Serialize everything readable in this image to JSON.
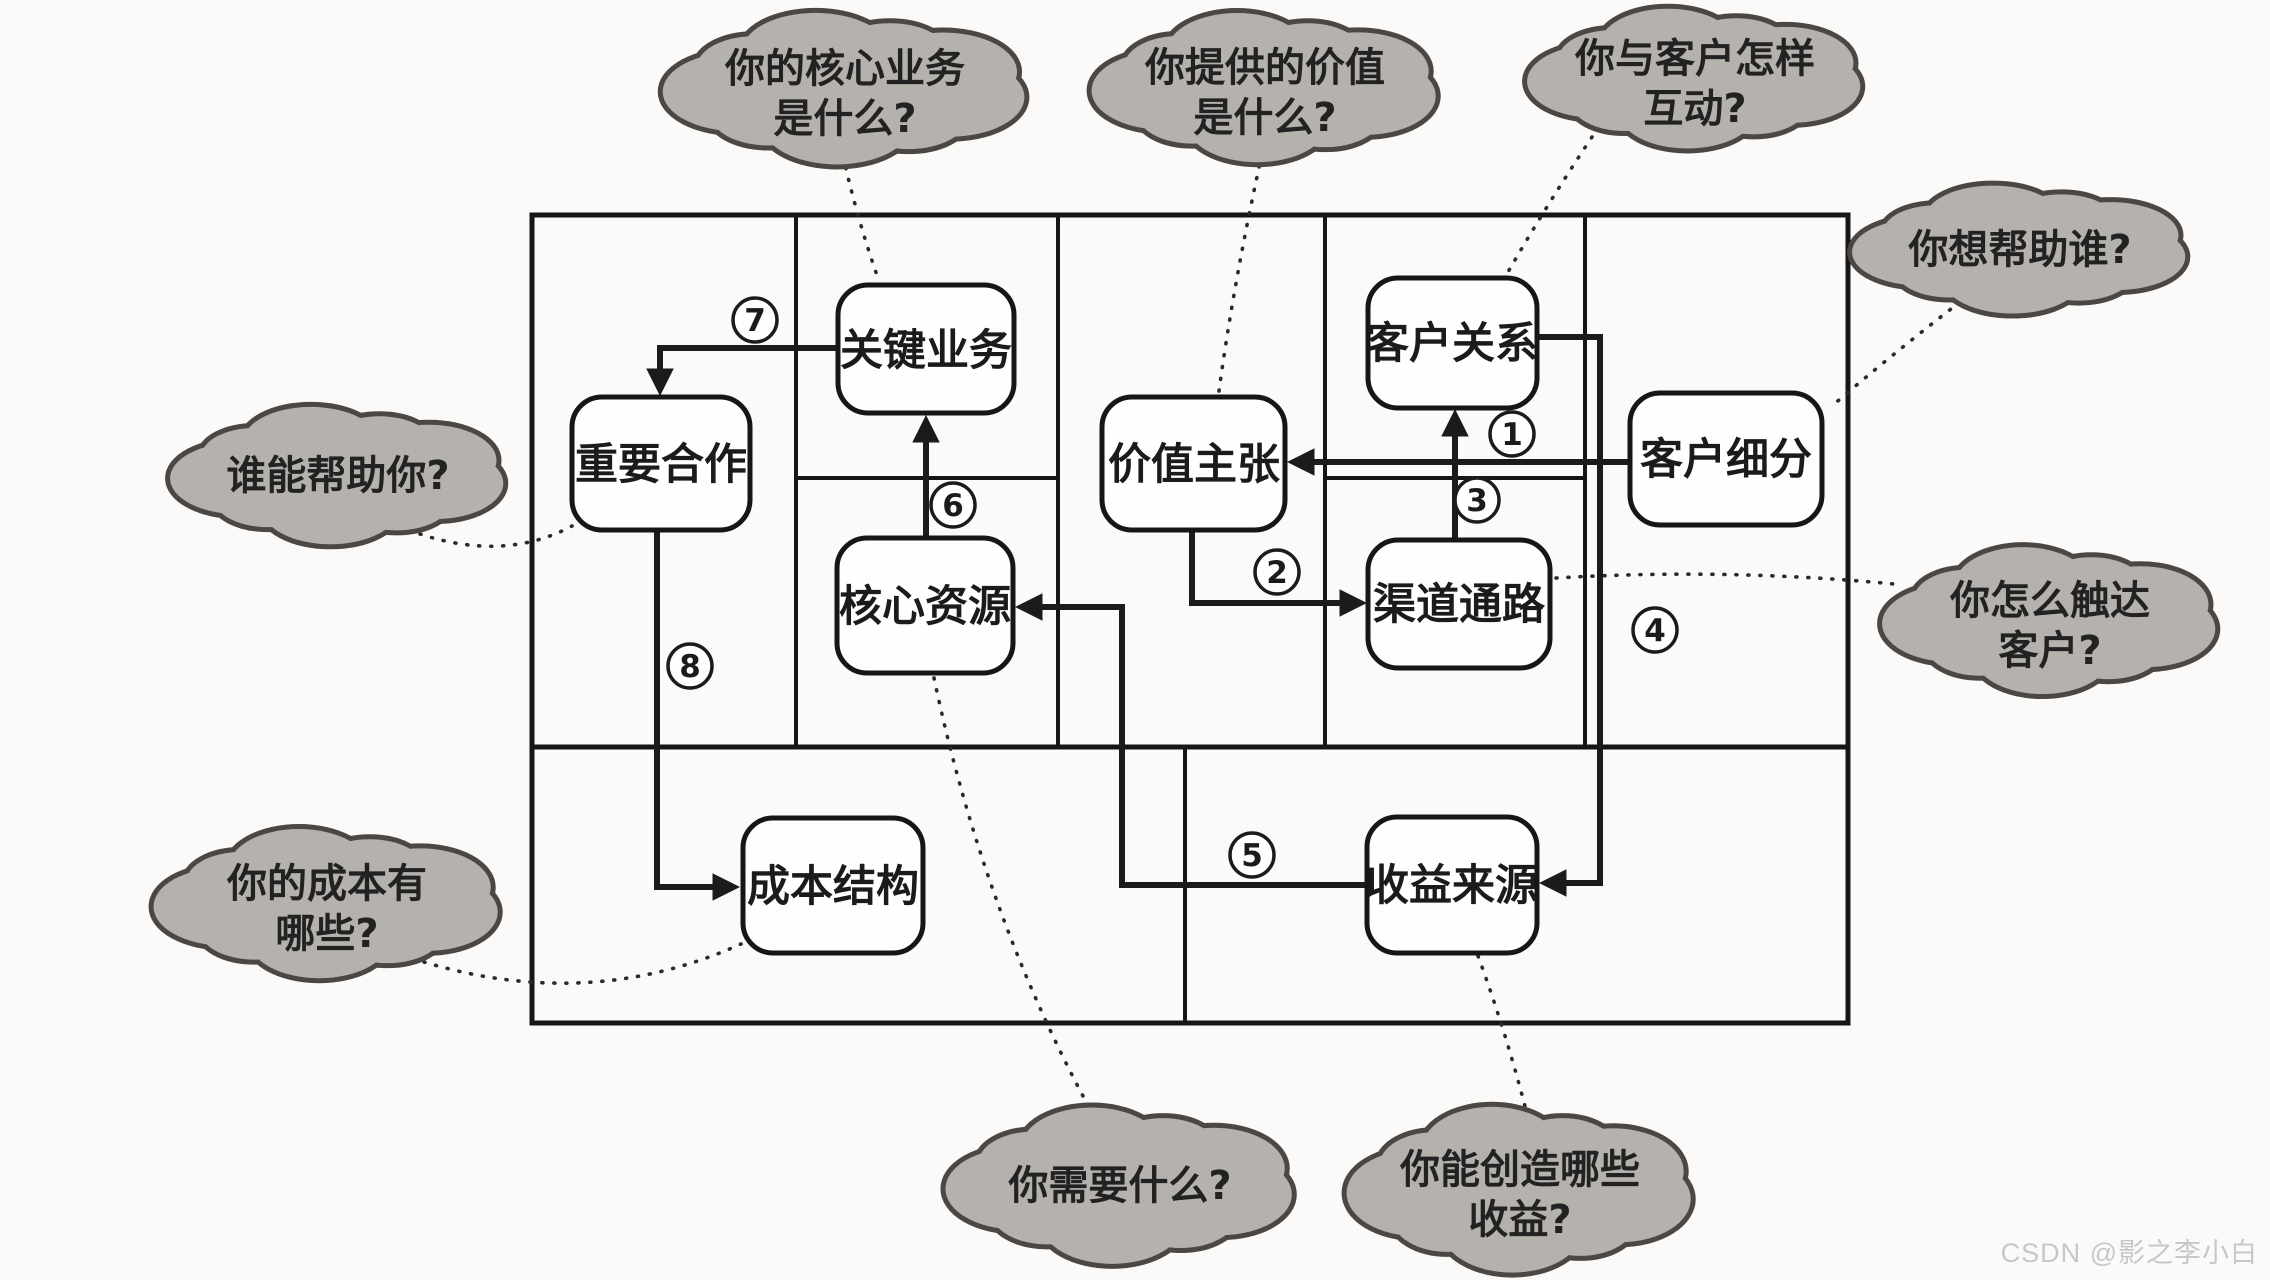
{
  "canvas": {
    "boxes": [
      {
        "id": "key-activities",
        "label": "关键业务"
      },
      {
        "id": "key-partnerships",
        "label": "重要合作"
      },
      {
        "id": "value-proposition",
        "label": "价值主张"
      },
      {
        "id": "customer-relationships",
        "label": "客户关系"
      },
      {
        "id": "customer-segments",
        "label": "客户细分"
      },
      {
        "id": "key-resources",
        "label": "核心资源"
      },
      {
        "id": "channels",
        "label": "渠道通路"
      },
      {
        "id": "cost-structure",
        "label": "成本结构"
      },
      {
        "id": "revenue-streams",
        "label": "收益来源"
      }
    ],
    "flow_numbers": [
      "1",
      "2",
      "3",
      "4",
      "5",
      "6",
      "7",
      "8"
    ],
    "clouds": [
      {
        "id": "core-business",
        "lines": [
          "你的核心业务",
          "是什么?"
        ]
      },
      {
        "id": "value-offered",
        "lines": [
          "你提供的价值",
          "是什么?"
        ]
      },
      {
        "id": "customer-interaction",
        "lines": [
          "你与客户怎样",
          "互动?"
        ]
      },
      {
        "id": "who-to-help",
        "lines": [
          "你想帮助谁?"
        ]
      },
      {
        "id": "reach-customers",
        "lines": [
          "你怎么触达",
          "客户?"
        ]
      },
      {
        "id": "who-can-help",
        "lines": [
          "谁能帮助你?"
        ]
      },
      {
        "id": "your-costs",
        "lines": [
          "你的成本有",
          "哪些?"
        ]
      },
      {
        "id": "what-you-need",
        "lines": [
          "你需要什么?"
        ]
      },
      {
        "id": "revenue-created",
        "lines": [
          "你能创造哪些",
          "收益?"
        ]
      }
    ]
  },
  "watermark": "CSDN @影之李小白",
  "colors": {
    "cloud_fill": "#b5b1ad",
    "cloud_stroke": "#4a4744",
    "ink": "#1b1b1b",
    "box_fill": "#fefefe",
    "page_bg": "#fbfaf8",
    "watermark": "#c7c7c9"
  }
}
